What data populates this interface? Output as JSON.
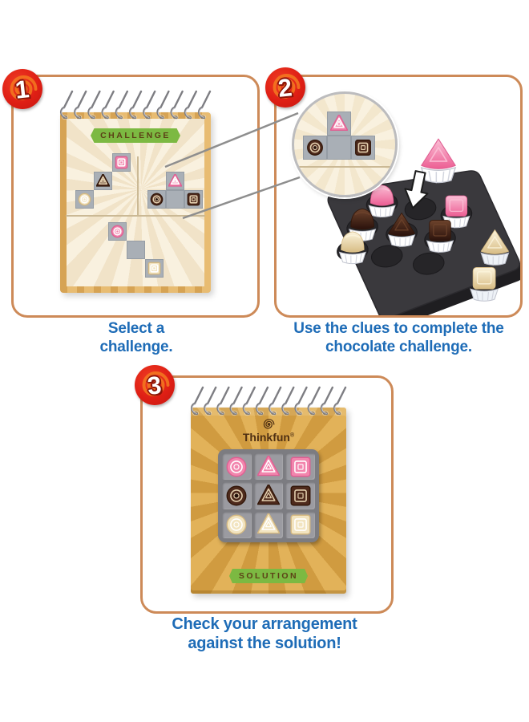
{
  "steps": [
    {
      "number": "1",
      "caption": "Select a\nchallenge."
    },
    {
      "number": "2",
      "caption": "Use the clues to complete the\nchocolate challenge."
    },
    {
      "number": "3",
      "caption": "Check your arrangement\nagainst the solution!"
    }
  ],
  "challenge_pad": {
    "banner": "CHALLENGE",
    "clues": [
      {
        "name": "clue-top-left",
        "cells": [
          {
            "r": 0,
            "c": 2,
            "shape": "square",
            "color": "pink"
          },
          {
            "r": 1,
            "c": 1,
            "shape": "triangle",
            "color": "dark"
          },
          {
            "r": 2,
            "c": 0,
            "shape": "circle",
            "color": "cream"
          }
        ]
      },
      {
        "name": "clue-top-right",
        "cells": [
          {
            "r": 0,
            "c": 1,
            "shape": "triangle",
            "color": "pink"
          },
          {
            "r": 1,
            "c": 0,
            "shape": "circle",
            "color": "dark"
          },
          {
            "r": 1,
            "c": 1,
            "shape": "none",
            "color": "empty"
          },
          {
            "r": 1,
            "c": 2,
            "shape": "square",
            "color": "dark"
          }
        ]
      },
      {
        "name": "clue-bottom",
        "cells": [
          {
            "r": 0,
            "c": 0,
            "shape": "circle",
            "color": "pink"
          },
          {
            "r": 1,
            "c": 1,
            "shape": "none",
            "color": "empty"
          },
          {
            "r": 2,
            "c": 2,
            "shape": "square",
            "color": "cream"
          }
        ]
      }
    ]
  },
  "magnifier": {
    "clue_index": 1
  },
  "tray": {
    "grid": [
      [
        "pink-circle",
        "empty",
        "pink-square"
      ],
      [
        "dark-circle",
        "dark-triangle",
        "dark-square"
      ],
      [
        "cream-circle",
        "empty",
        "empty"
      ]
    ],
    "floating": "pink-triangle",
    "target_cell": [
      0,
      1
    ],
    "off_tray": [
      "cream-triangle",
      "cream-square"
    ]
  },
  "solution_pad": {
    "logo_text": "Thinkfun",
    "logo_reg": "®",
    "banner": "SOLUTION",
    "grid": [
      [
        "pink-circle",
        "pink-triangle",
        "pink-square"
      ],
      [
        "dark-circle",
        "dark-triangle",
        "dark-square"
      ],
      [
        "cream-circle",
        "cream-triangle",
        "cream-square"
      ]
    ]
  },
  "palette": {
    "panel_border": "#cd8a58",
    "caption_blue": "#1e6cb7",
    "badge_red": "#df1f15",
    "badge_swirl": "#f47a20",
    "ribbon_green": "#7cb942",
    "ribbon_text": "#5c4116",
    "paper_cream": "#f7edd8",
    "pad_frame": "#e8bc72",
    "pad_gold": "#d9a64c",
    "cell_gray": "#a9afb6",
    "tray_dark": "#3a393d",
    "solution_tray_gray": "#7c7c81",
    "connector_line": "#8e8e8e",
    "liner_white": "#ffffff",
    "liner_offtray": "#eef2f7"
  },
  "choc_colors": {
    "pink": {
      "main": "#f285ad",
      "light": "#ffffff",
      "hi": "#fbc0d6",
      "dark": "#e05f92",
      "deep": "#b8446e",
      "lo": "#ec5e93"
    },
    "dark": {
      "main": "#4e2a1c",
      "light": "#e3cfae",
      "hi": "#6d432c",
      "dark": "#331709",
      "deep": "#23100a",
      "lo": "#2a120c"
    },
    "cream": {
      "main": "#f2e4c0",
      "light": "#ffffff",
      "hi": "#fcf4dd",
      "dark": "#d6ba82",
      "deep": "#b89a5e",
      "lo": "#d8bd85"
    }
  }
}
